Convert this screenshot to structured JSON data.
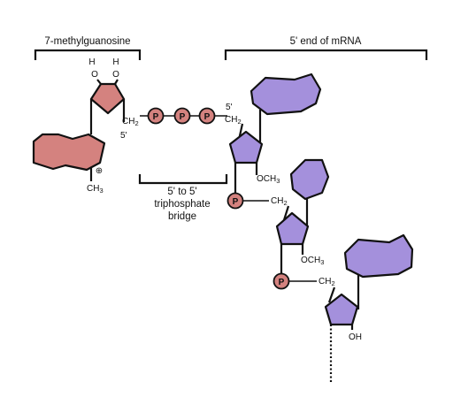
{
  "labels": {
    "cap_group": "7-methylguanosine",
    "mrna_end": "5' end of mRNA",
    "bridge_line1": "5' to 5'",
    "bridge_line2": "triphosphate",
    "bridge_line3": "bridge"
  },
  "atoms": {
    "h": "H",
    "o": "O",
    "ch": "CH",
    "two": "2",
    "three": "3",
    "five_prime": "5'",
    "phosphate": "P",
    "och": "OCH",
    "oh": "OH",
    "plus": "⊕"
  },
  "colors": {
    "cap": "#d4827f",
    "rna": "#a490dc",
    "stroke": "#111111"
  }
}
